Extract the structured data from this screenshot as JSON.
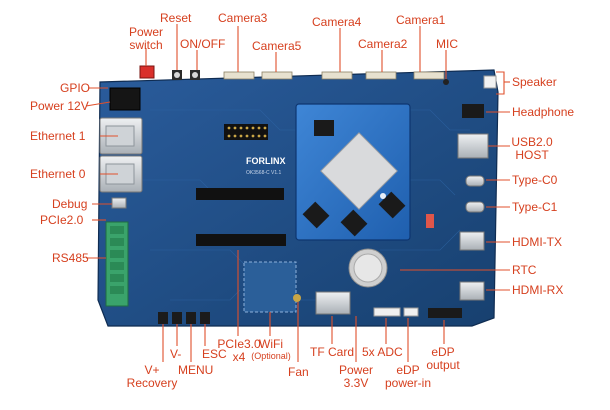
{
  "board": {
    "brand": "FORLINX",
    "model": "OK3568-C V1.1",
    "colors": {
      "pcb": "#1f4f8e",
      "pcb_dark": "#163b6c",
      "label": "#d6401f",
      "line": "#e0502c",
      "gold": "#c9a646"
    }
  },
  "labels": {
    "reset": "Reset",
    "camera3": "Camera3",
    "camera4": "Camera4",
    "camera1": "Camera1",
    "power_switch_l1": "Power",
    "power_switch_l2": "switch",
    "on_off": "ON/OFF",
    "camera5": "Camera5",
    "camera2": "Camera2",
    "mic": "MIC",
    "gpio": "GPIO",
    "power_12v": "Power 12V",
    "speaker": "Speaker",
    "headphone": "Headphone",
    "ethernet1": "Ethernet 1",
    "usb_host_l1": "USB2.0",
    "usb_host_l2": "HOST",
    "ethernet0": "Ethernet 0",
    "type_c0": "Type-C0",
    "debug": "Debug",
    "type_c1": "Type-C1",
    "pcie20": "PCIe2.0",
    "hdmi_tx": "HDMI-TX",
    "rs485": "RS485",
    "rtc": "RTC",
    "hdmi_rx": "HDMI-RX",
    "wifi": "WiFi",
    "wifi_optional": "(Optional)",
    "v_minus": "V-",
    "esc": "ESC",
    "tf_card": "TF Card",
    "adc": "5x ADC",
    "edp_output_l1": "eDP",
    "edp_output_l2": "output",
    "v_plus": "V+",
    "recovery": "Recovery",
    "menu": "MENU",
    "pcie30_l1": "PCIe3.0",
    "pcie30_l2": "x4",
    "fan": "Fan",
    "power33_l1": "Power",
    "power33_l2": "3.3V",
    "edp_power_l1": "eDP",
    "edp_power_l2": "power-in"
  }
}
